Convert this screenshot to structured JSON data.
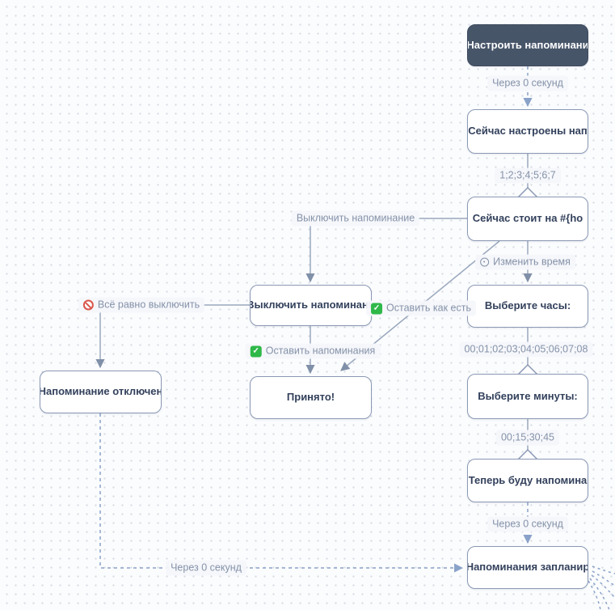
{
  "nodes": [
    {
      "id": "start",
      "label": "Настроить напоминани",
      "type": "start"
    },
    {
      "id": "configured",
      "label": "Сейчас настроены нап",
      "type": "message"
    },
    {
      "id": "current",
      "label": "Сейчас стоит на #{ho",
      "type": "message"
    },
    {
      "id": "hours",
      "label": "Выберите часы:",
      "type": "message"
    },
    {
      "id": "minutes",
      "label": "Выберите минуты:",
      "type": "message"
    },
    {
      "id": "now_remind",
      "label": "Теперь буду напомина",
      "type": "message"
    },
    {
      "id": "scheduled",
      "label": "Напоминания запланир",
      "type": "message"
    },
    {
      "id": "turn_off",
      "label": "Выключить напоминани",
      "type": "message"
    },
    {
      "id": "accepted",
      "label": "Принято!",
      "type": "message"
    },
    {
      "id": "disabled",
      "label": "Напоминание отключен",
      "type": "message"
    }
  ],
  "edge_labels": [
    {
      "id": "delay_top",
      "text": "Через 0 секунд",
      "icon": null
    },
    {
      "id": "hours_digits",
      "text": "1;2;3;4;5;6;7",
      "icon": null
    },
    {
      "id": "change_time",
      "text": "Изменить время",
      "icon": "clock-icon"
    },
    {
      "id": "hours_options",
      "text": "00;01;02;03;04;05;06;07;08",
      "icon": null
    },
    {
      "id": "minutes_options",
      "text": "00;15;30;45",
      "icon": null
    },
    {
      "id": "delay_mid",
      "text": "Через 0 секунд",
      "icon": null
    },
    {
      "id": "turn_off_btn",
      "text": "Выключить напоминание",
      "icon": null
    },
    {
      "id": "keep_as_is",
      "text": "Оставить как есть",
      "icon": "checkbox-checked-icon"
    },
    {
      "id": "keep_reminders",
      "text": "Оставить напоминания",
      "icon": "checkbox-checked-icon"
    },
    {
      "id": "force_off",
      "text": "Всё равно выключить",
      "icon": "block-icon"
    },
    {
      "id": "delay_bottom",
      "text": "Через 0 секунд",
      "icon": null
    }
  ],
  "colors": {
    "canvas_bg": "#fbfcfd",
    "grid_dot": "#d5dae3",
    "node_bg": "#ffffff",
    "node_border": "#8b99b5",
    "node_text": "#33415c",
    "start_node_bg": "#475569",
    "start_node_text": "#ffffff",
    "edge_solid": "#9aa8be",
    "edge_dashed": "#8aa2c9",
    "label_text": "#8492a8",
    "check_green": "#2eb849",
    "block_red": "#da564b"
  }
}
